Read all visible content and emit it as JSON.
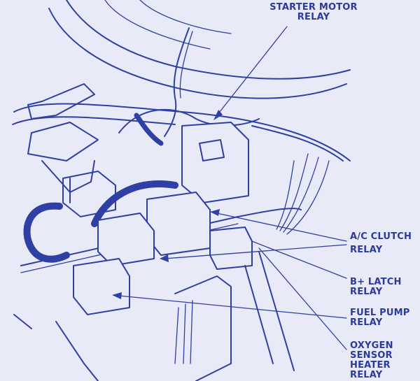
{
  "labels": {
    "starter_line1": "STARTER MOTOR",
    "starter_line2": "RELAY",
    "ac_line1": "A/C CLUTCH",
    "ac_line2": "RELAY",
    "bplus_line1": "B+ LATCH",
    "bplus_line2": "RELAY",
    "fuel_line1": "FUEL PUMP",
    "fuel_line2": "RELAY",
    "oxy_line1": "OXYGEN",
    "oxy_line2": "SENSOR",
    "oxy_line3": "HEATER",
    "oxy_line4": "RELAY"
  },
  "colors": {
    "ink": "#2f3fa3",
    "background": "#e8eaf7"
  }
}
